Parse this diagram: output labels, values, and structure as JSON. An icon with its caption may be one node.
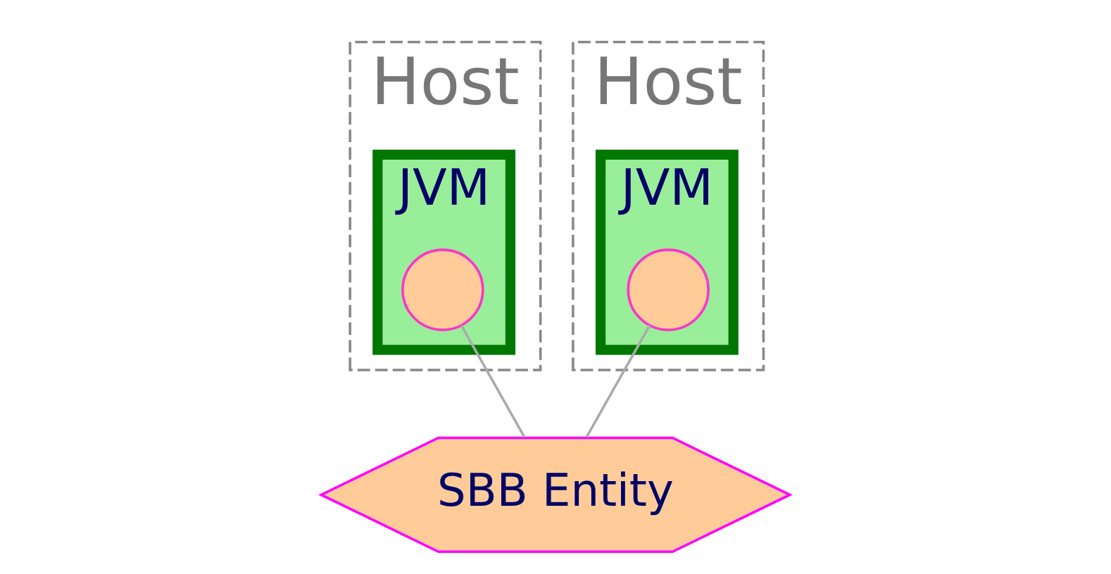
{
  "diagram": {
    "nodes": [
      {
        "text": [
          "Host"
        ]
      },
      {
        "text": [
          "JVM"
        ],
        "in": 0
      },
      {
        "text": [],
        "shape": "circle",
        "in": 1
      },
      {
        "text": [
          "Host"
        ]
      },
      {
        "text": [
          "JVM"
        ],
        "in": 3
      },
      {
        "text": [],
        "shape": "circle",
        "in": 4
      },
      {
        "text": [
          "SBB Entity"
        ]
      }
    ],
    "edges": [
      {
        "from": 2,
        "to": 6,
        "arrow": "none"
      },
      {
        "from": 5,
        "to": 6,
        "arrow": "none"
      }
    ]
  }
}
